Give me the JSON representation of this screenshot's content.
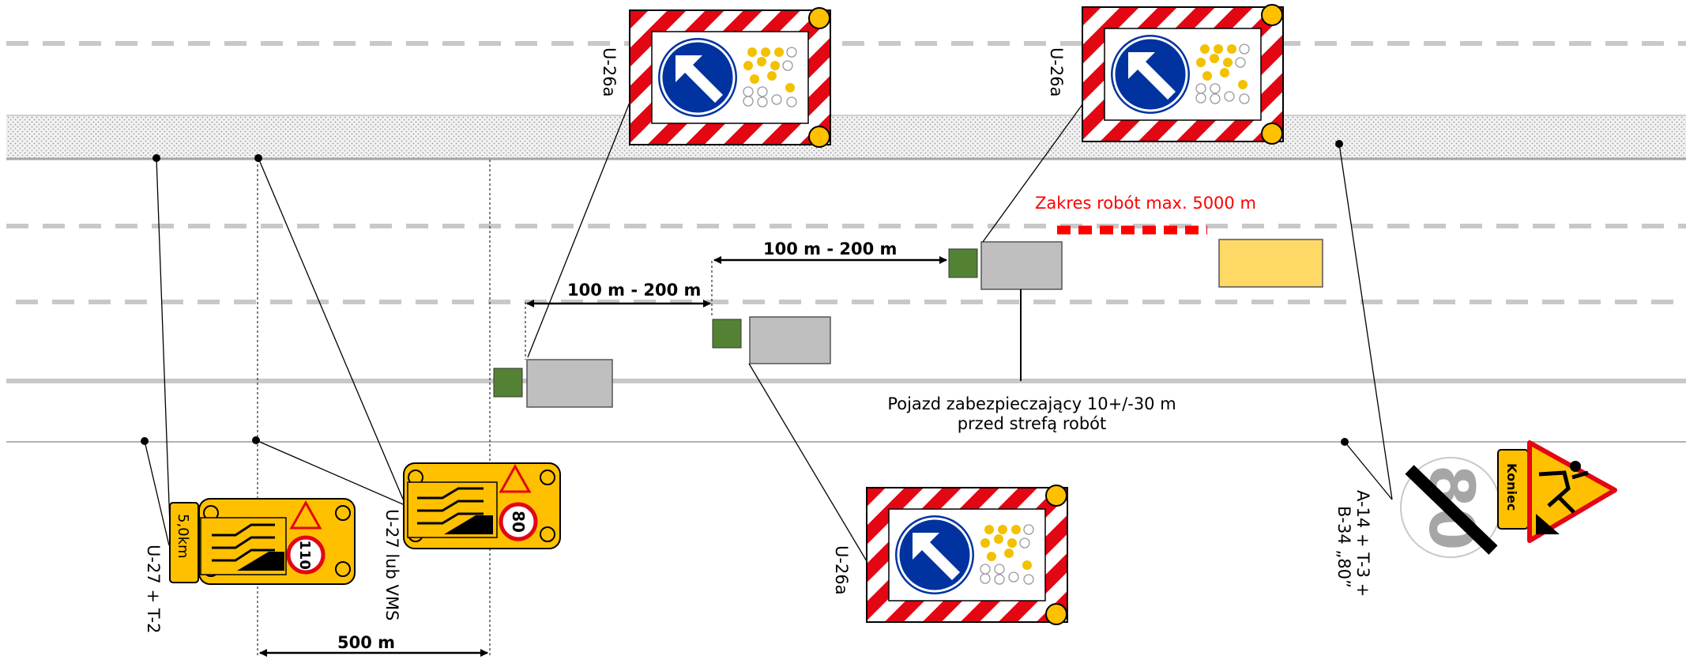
{
  "labels": {
    "work_zone_range": "Zakres robót max. 5000 m",
    "spacing_1": "100 m - 200 m",
    "spacing_2": "100 m - 200 m",
    "distance_500": "500 m",
    "protection_vehicle_line1": "Pojazd zabezpieczający 10+/-30 m",
    "protection_vehicle_line2": "przed strefą robót",
    "sign_u26a_1": "U-26a",
    "sign_u26a_2": "U-26a",
    "sign_u26a_3": "U-26a",
    "sign_u27_t2": "U-27 + T-2",
    "sign_u27_vms": "U-27 lub VMS",
    "sign_end_line1": "A-14 + T-3 +",
    "sign_end_line2": "B-34 „80”"
  },
  "sign_texts": {
    "plate_distance": "5,0km",
    "speed_110": "110",
    "speed_80": "80",
    "end_speed": "80",
    "end_plate": "Koniec"
  },
  "colors": {
    "road_line": "#c8c8c8",
    "shoulder_fill": "#efefef",
    "vehicle_gray": "#bfbfbf",
    "arrow_board_green": "#548235",
    "work_vehicle_yellow": "#ffd966",
    "work_zone_red": "#ff0000",
    "sign_yellow": "#ffc000",
    "sign_blue": "#0033a0",
    "chevron_red": "#e30613"
  }
}
